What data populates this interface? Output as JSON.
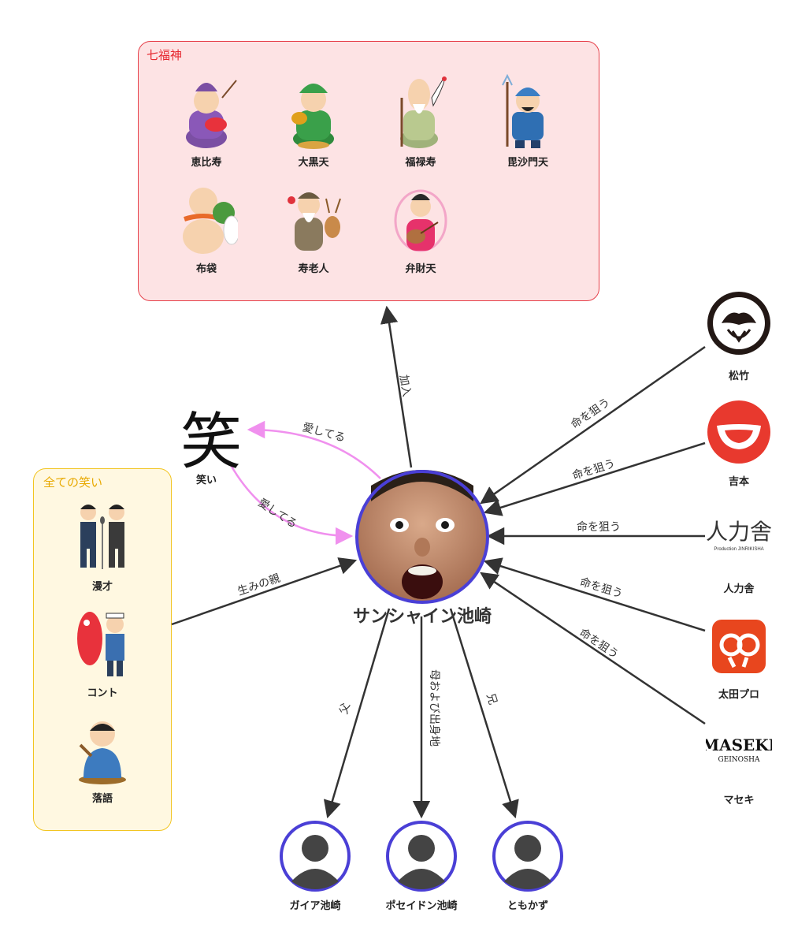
{
  "groups": {
    "shichifukujin": {
      "title": "七福神",
      "members": [
        "恵比寿",
        "大黒天",
        "福禄寿",
        "毘沙門天",
        "布袋",
        "寿老人",
        "弁財天"
      ],
      "stroke": "#e6404a",
      "fill": "#fde3e4",
      "title_color": "#e6262e"
    },
    "warai_all": {
      "title": "全ての笑い",
      "members": [
        "漫才",
        "コント",
        "落語"
      ],
      "stroke": "#f2c522",
      "fill": "#fff8e1",
      "title_color": "#e8a900"
    }
  },
  "center": {
    "name": "サンシャイン池崎"
  },
  "warai": {
    "glyph": "笑",
    "label": "笑い"
  },
  "agencies": [
    "松竹",
    "吉本",
    "人力舎",
    "太田プロ",
    "マセキ"
  ],
  "agency_logos": {
    "jinriki_main": "人力舎",
    "jinriki_sub": "Production JINRIKISHA",
    "maseki_main": "MASEKI",
    "maseki_sub": "GEINOSHA"
  },
  "family": [
    "ガイア池崎",
    "ポセイドン池崎",
    "ともかず"
  ],
  "edges": {
    "join": "加入",
    "love": "愛してる",
    "origin": "生みの親",
    "target": "命を狙う",
    "father": "父",
    "mother": "母および出身地",
    "brother": "兄"
  },
  "colors": {
    "center_ring": "#4a3fd6",
    "love_arrow": "#f090ee",
    "arrow": "#333333"
  }
}
